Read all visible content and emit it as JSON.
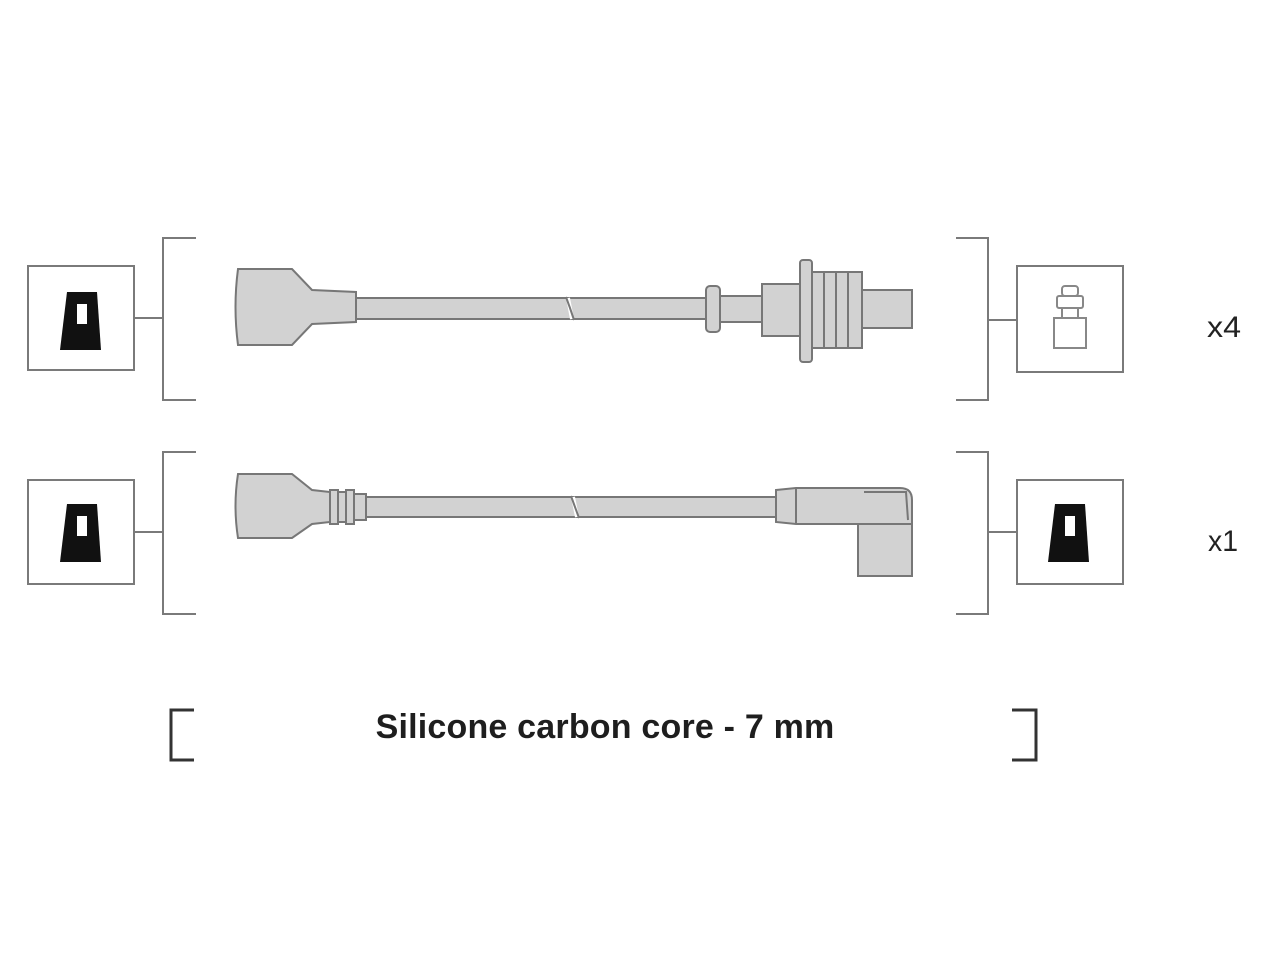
{
  "rows": [
    {
      "quantity": "x4",
      "left_connector": "coil-boot-straight",
      "right_connector": "spark-plug-boot-threaded"
    },
    {
      "quantity": "x1",
      "left_connector": "coil-boot-straight",
      "right_connector": "distributor-boot-angled"
    }
  ],
  "caption": "Silicone carbon core - 7 mm",
  "icons": {
    "left_top": "coil-terminal-icon",
    "left_bottom": "coil-terminal-icon",
    "right_top": "spark-plug-terminal-icon",
    "right_bottom": "coil-terminal-icon"
  },
  "colors": {
    "line": "#6f6f6f",
    "fill": "#cfcfcf",
    "icon": "#111111"
  }
}
